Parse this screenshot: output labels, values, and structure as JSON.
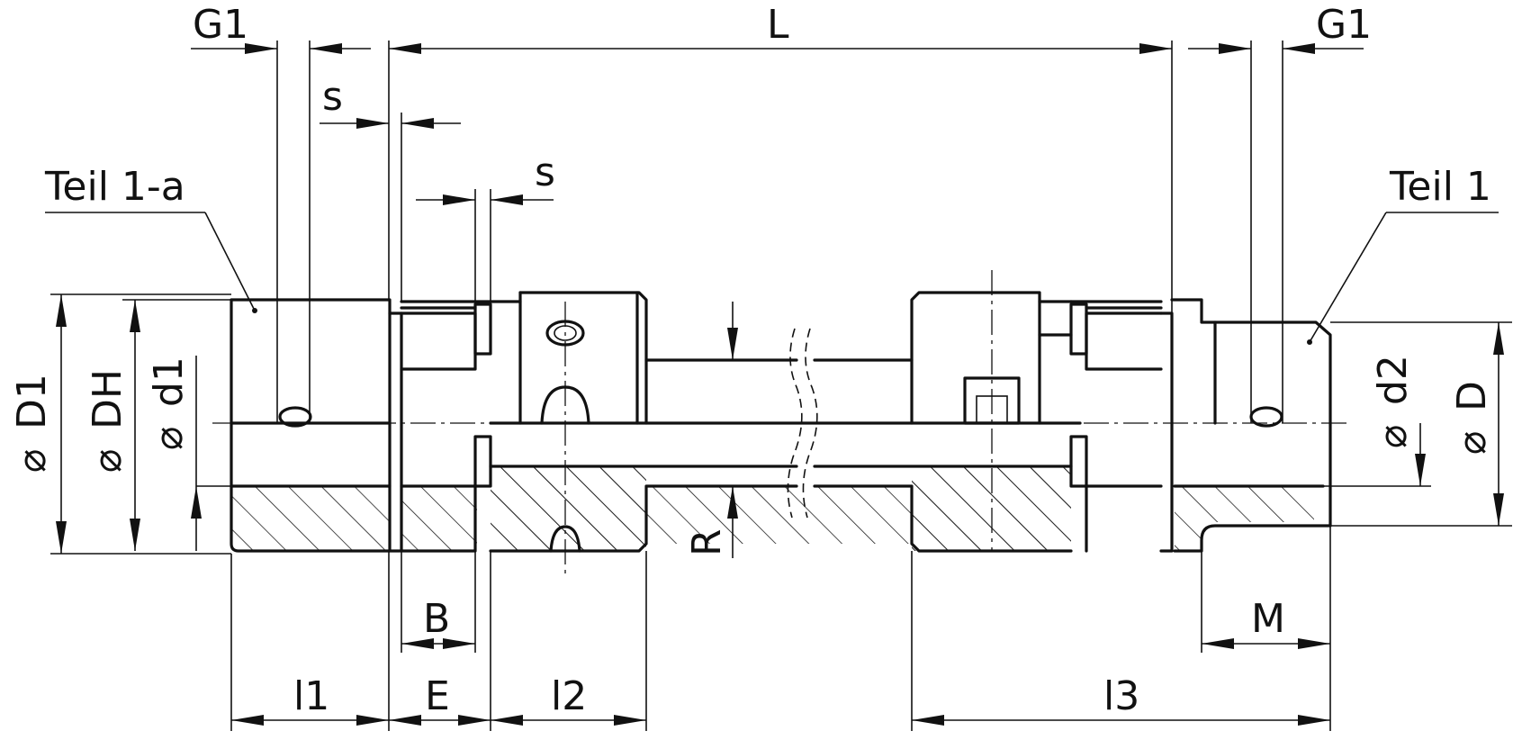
{
  "drawing": {
    "labels": {
      "g1_left": "G1",
      "g1_right": "G1",
      "L": "L",
      "s_top": "s",
      "s_mid": "s",
      "teil_1a": "Teil 1-a",
      "teil_1": "Teil 1",
      "D1": "D1",
      "DH": "DH",
      "d1": "d1",
      "d2": "d2",
      "D": "D",
      "R": "R",
      "B": "B",
      "M": "M",
      "l1": "l1",
      "E": "E",
      "l2": "l2",
      "l3": "l3"
    },
    "diameter_symbol": "⌀",
    "colors": {
      "ink": "#111111",
      "paper": "#ffffff"
    }
  }
}
